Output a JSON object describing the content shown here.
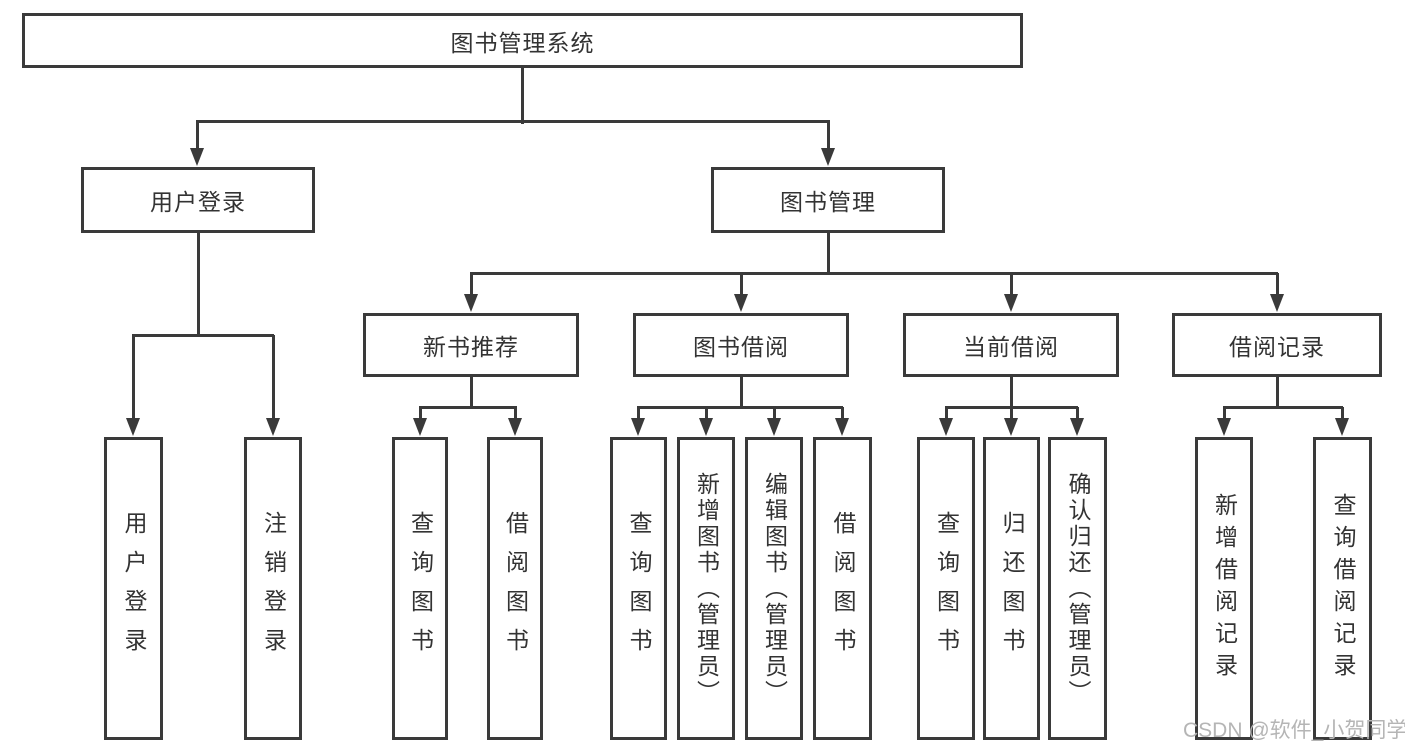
{
  "diagram": {
    "title": "图书管理系统",
    "nodes": {
      "root": {
        "label": "图书管理系统"
      },
      "level2": [
        {
          "label": "用户登录"
        },
        {
          "label": "图书管理"
        }
      ],
      "level3": [
        {
          "label": "新书推荐",
          "parent": "图书管理"
        },
        {
          "label": "图书借阅",
          "parent": "图书管理"
        },
        {
          "label": "当前借阅",
          "parent": "图书管理"
        },
        {
          "label": "借阅记录",
          "parent": "图书管理"
        }
      ],
      "leaves": [
        {
          "label": "用户登录",
          "parent": "用户登录"
        },
        {
          "label": "注销登录",
          "parent": "用户登录"
        },
        {
          "label": "查询图书",
          "parent": "新书推荐"
        },
        {
          "label": "借阅图书",
          "parent": "新书推荐"
        },
        {
          "label": "查询图书",
          "parent": "图书借阅"
        },
        {
          "label": "新增图书（管理员）",
          "parent": "图书借阅"
        },
        {
          "label": "编辑图书（管理员）",
          "parent": "图书借阅"
        },
        {
          "label": "借阅图书",
          "parent": "图书借阅"
        },
        {
          "label": "查询图书",
          "parent": "当前借阅"
        },
        {
          "label": "归还图书",
          "parent": "当前借阅"
        },
        {
          "label": "确认归还（管理员）",
          "parent": "当前借阅"
        },
        {
          "label": "新增借阅记录",
          "parent": "借阅记录"
        },
        {
          "label": "查询借阅记录",
          "parent": "借阅记录"
        }
      ]
    },
    "colors": {
      "line": "#3a3a3a",
      "text": "#333333",
      "background": "#ffffff",
      "watermark_color": "#b5b5b5"
    }
  },
  "watermark": {
    "text": "CSDN @软件_小贺同学"
  }
}
